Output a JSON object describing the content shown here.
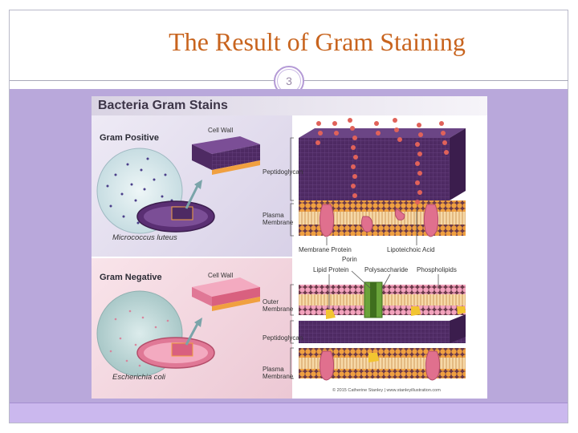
{
  "slide": {
    "title": "The Result of Gram Staining",
    "page_number": "3"
  },
  "figure": {
    "title": "Bacteria Gram Stains",
    "gram_positive": {
      "heading": "Gram Positive",
      "species": "Micrococcus luteus",
      "labels": {
        "cell_wall": "Cell Wall",
        "peptidoglycan": "Peptidoglycan",
        "plasma_membrane_1": "Plasma",
        "plasma_membrane_2": "Membrane",
        "membrane_protein": "Membrane Protein",
        "lipoteichoic_acid": "Lipoteichoic Acid"
      }
    },
    "gram_negative": {
      "heading": "Gram Negative",
      "species": "Escherichia coli",
      "labels": {
        "cell_wall": "Cell Wall",
        "outer_membrane_1": "Outer",
        "outer_membrane_2": "Membrane",
        "peptidoglycan": "Peptidoglycan",
        "plasma_membrane_1": "Plasma",
        "plasma_membrane_2": "Membrane",
        "lipid_protein": "Lipid Protein",
        "porin": "Porin",
        "polysaccharide": "Polysaccharide",
        "phospholipids": "Phospholipids"
      }
    },
    "copyright": "© 2015 Catherine Stanley | www.stanleyillustration.com"
  },
  "colors": {
    "title": "#c8641e",
    "content_bg": "#b9a8db",
    "peptidoglycan": "#4e2a63",
    "lipid_head": "#f0a040",
    "protein_pink": "#e0708e"
  }
}
